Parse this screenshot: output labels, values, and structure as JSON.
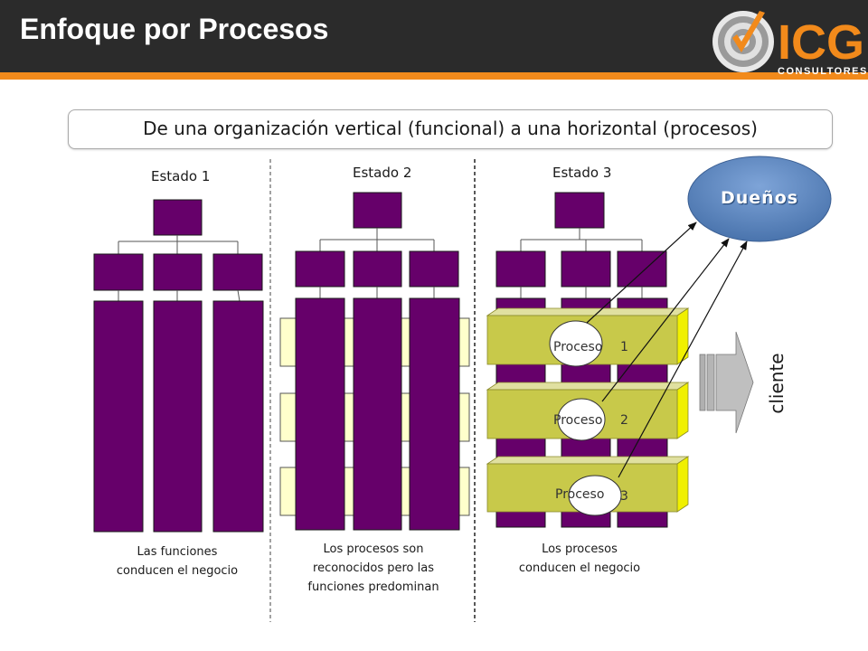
{
  "header": {
    "title": "Enfoque por Procesos",
    "logo_text": "ICG",
    "logo_subtext": "CONSULTORES"
  },
  "subtitle": "De una organización vertical (funcional) a una horizontal (procesos)",
  "states": [
    {
      "label": "Estado 1",
      "caption_lines": [
        "Las funciones",
        "conducen el negocio"
      ]
    },
    {
      "label": "Estado 2",
      "caption_lines": [
        "Los procesos son",
        "reconocidos pero las",
        "funciones predominan"
      ]
    },
    {
      "label": "Estado 3",
      "caption_lines": [
        "Los procesos",
        "conducen el negocio"
      ]
    }
  ],
  "processes": [
    {
      "word": "Proceso",
      "number": "1"
    },
    {
      "word": "Proceso",
      "number": "2"
    },
    {
      "word": "Proceso",
      "number": "3"
    }
  ],
  "owners_label": "Dueños",
  "client_label": "cliente",
  "colors": {
    "function_box": "#66006a",
    "process_bar": "#c8c94a",
    "process_bar_light": "#e0e08a",
    "faint_process": "#ffffcc",
    "owners": "#5b86bd",
    "accent": "#f28a1b"
  }
}
